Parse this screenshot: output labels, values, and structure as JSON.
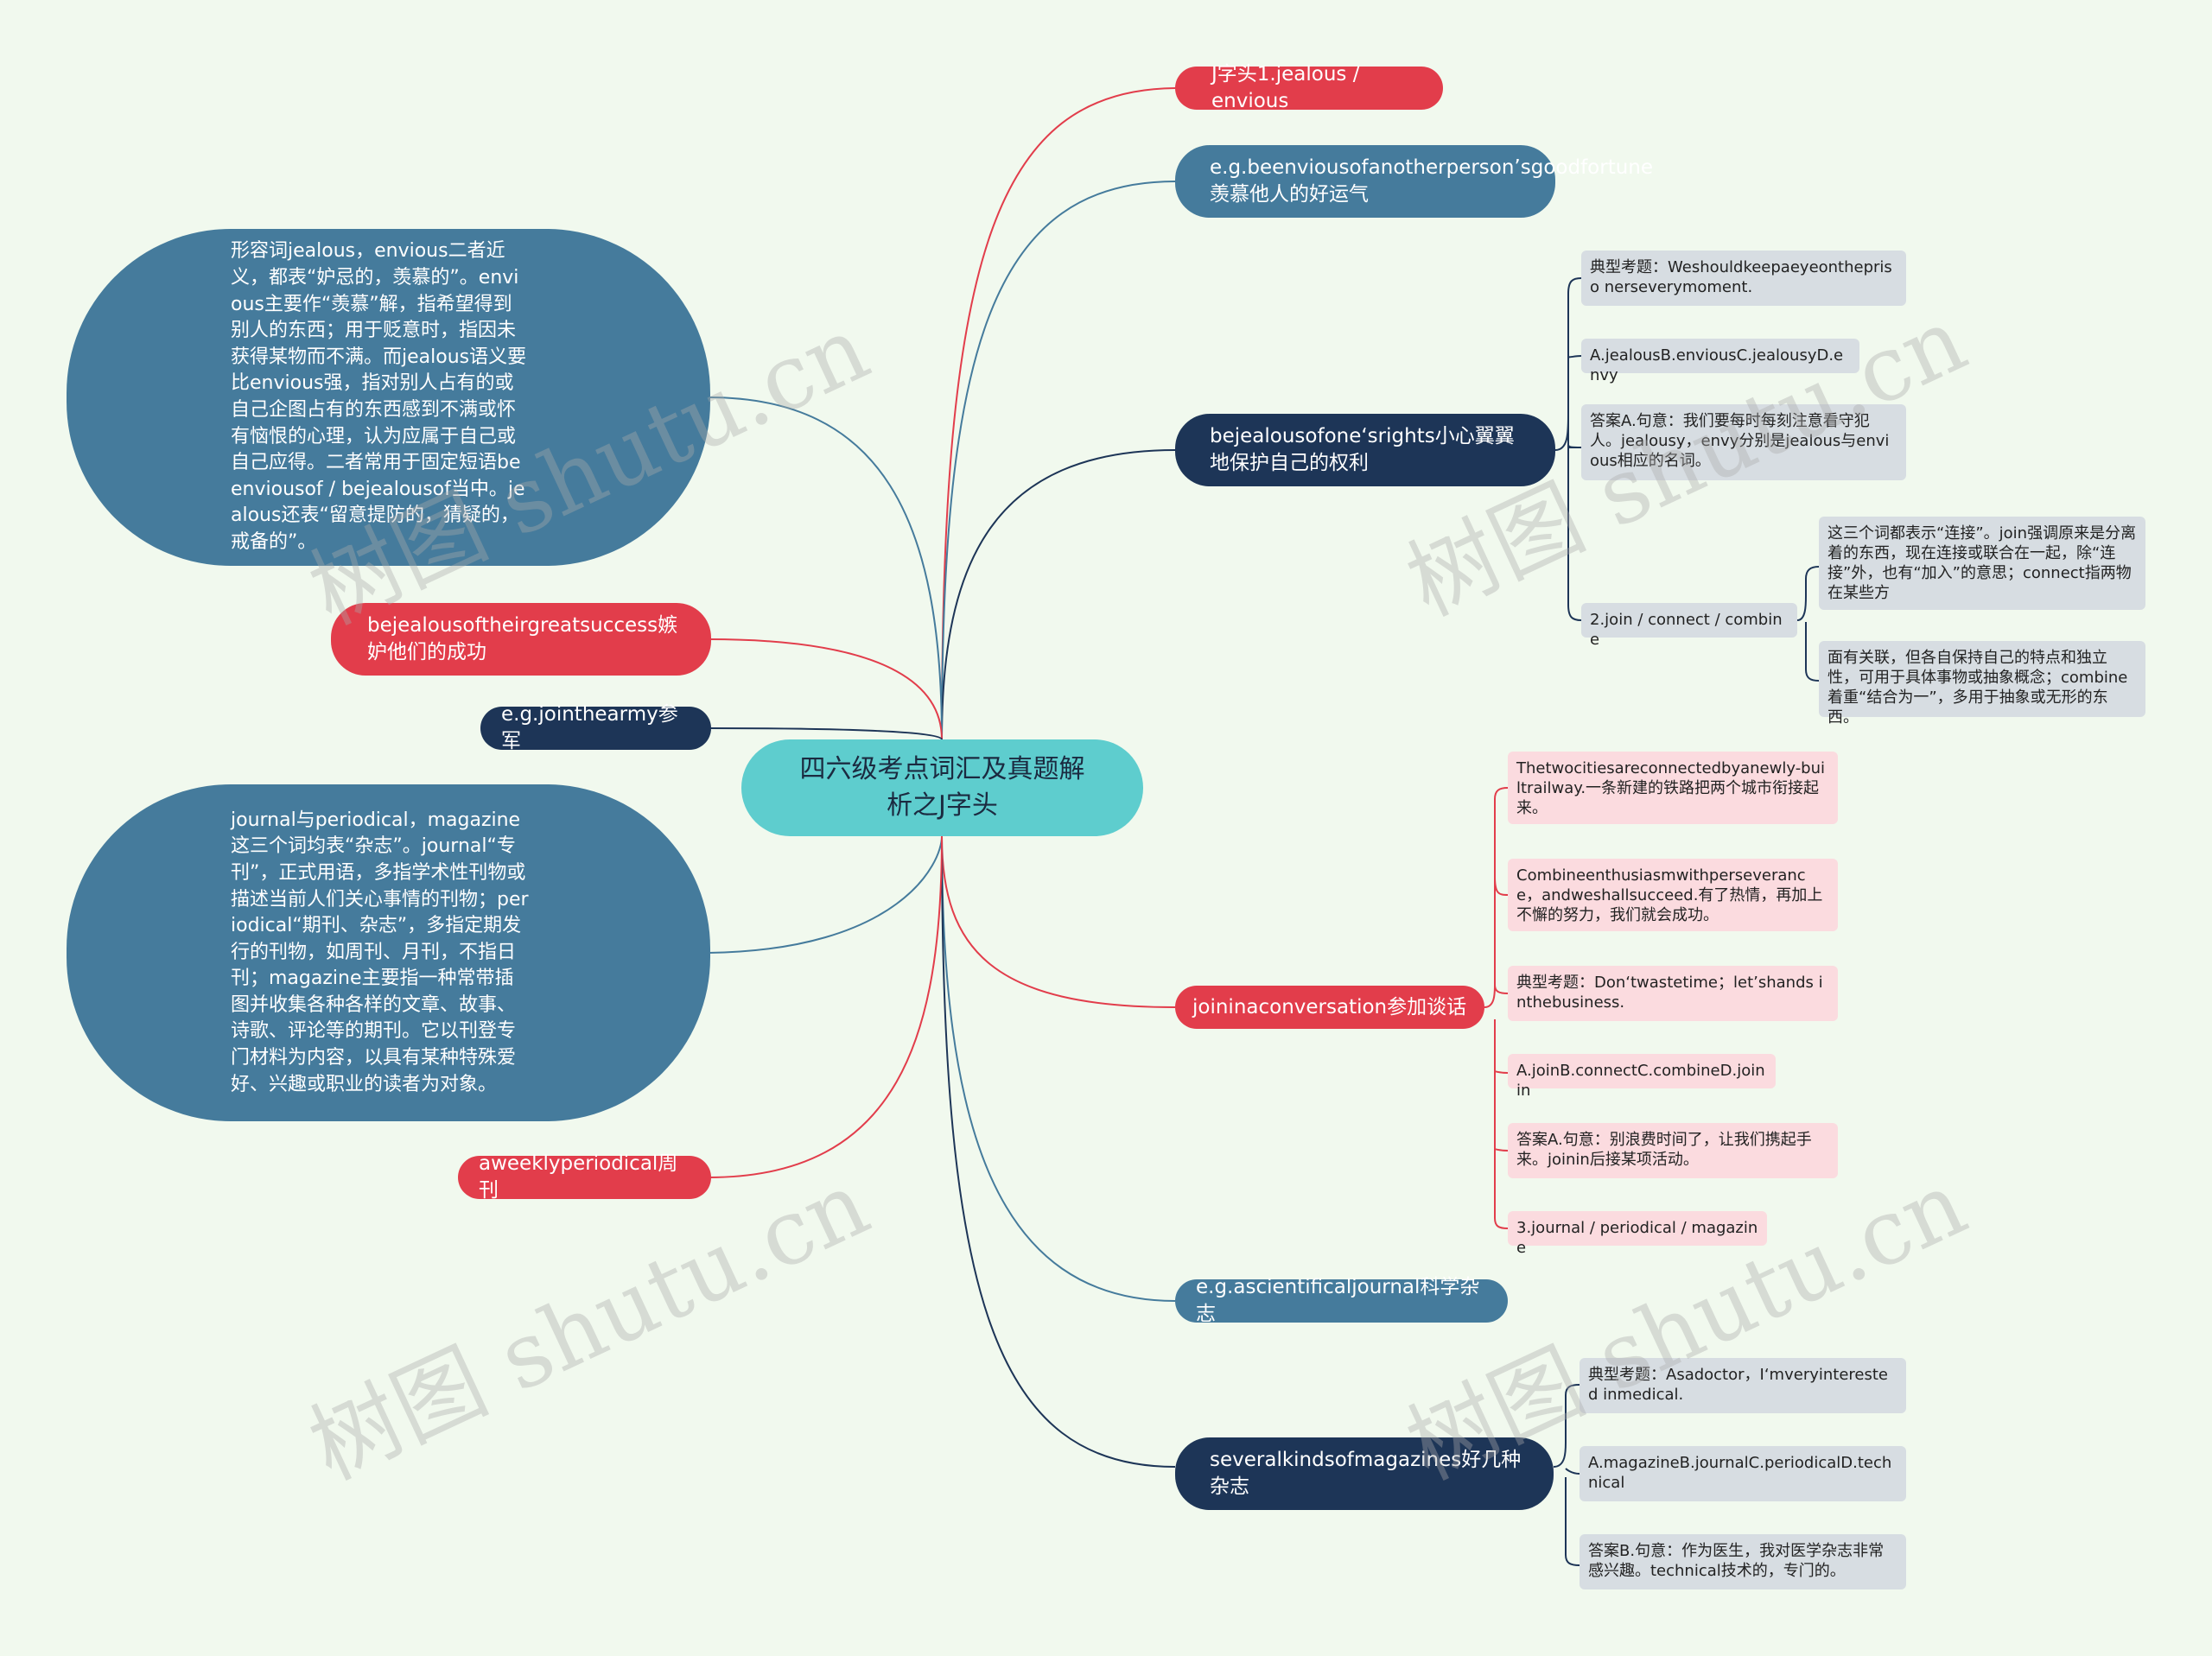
{
  "center": "四六级考点词汇及真题解析之J字头",
  "right": {
    "r1": "J字头1.jealous / envious",
    "r2": "e.g.beenviousofanotherperson’sgoodfortune羡慕他人的好运气",
    "r3": "bejealousofone‘srights小心翼翼地保护自己的权利",
    "r3_notes": [
      "典型考题：Weshouldkeepaeyeonthepriso nerseverymoment.",
      "A.jealousB.enviousC.jealousyD.envy",
      "答案A.句意：我们要每时每刻注意看守犯人。jealousy，envy分别是jealous与envious相应的名词。",
      "2.join / connect / combine"
    ],
    "join_notes": [
      "这三个词都表示“连接”。join强调原来是分离着的东西，现在连接或联合在一起，除“连接”外，也有“加入”的意思；connect指两物在某些方",
      "面有关联，但各自保持自己的特点和独立性，可用于具体事物或抽象概念；combine着重“结合为一”，多用于抽象或无形的东西。"
    ],
    "r4": "joininaconversation参加谈话",
    "r4_notes": [
      "Thetwocitiesareconnectedbyanewly-builtrailway.一条新建的铁路把两个城市衔接起来。",
      "Combineenthusiasmwithperseverance，andweshallsucceed.有了热情，再加上不懈的努力，我们就会成功。",
      "典型考题：Don‘twastetime；let’shands inthebusiness.",
      "A.joinB.connectC.combineD.joinin",
      "答案A.句意：别浪费时间了，让我们携起手来。joinin后接某项活动。",
      "3.journal / periodical / magazine"
    ],
    "r5": "e.g.ascientificaljournal科学杂志",
    "r6": "severalkindsofmagazines好几种杂志",
    "r6_notes": [
      "典型考题：Asadoctor，I‘mveryinterested inmedical.",
      "A.magazineB.journalC.periodicalD.technical",
      "答案B.句意：作为医生，我对医学杂志非常感兴趣。technical技术的，专门的。"
    ]
  },
  "left": {
    "l1": "形容词jealous，envious二者近义，都表“妒忌的，羡慕的”。envious主要作“羡慕”解，指希望得到别人的东西；用于贬意时，指因未获得某物而不满。而jealous语义要比envious强，指对别人占有的或自己企图占有的东西感到不满或怀有恼恨的心理，认为应属于自己或自己应得。二者常用于固定短语beenviousof / bejealousof当中。jealous还表“留意提防的，猜疑的，戒备的”。",
    "l2": "bejealousoftheirgreatsuccess嫉妒他们的成功",
    "l3": "e.g.jointhearmy参军",
    "l4": "journal与periodical，magazine这三个词均表“杂志”。journal“专刊”，正式用语，多指学术性刊物或描述当前人们关心事情的刊物；periodical“期刊、杂志”，多指定期发行的刊物，如周刊、月刊，不指日刊；magazine主要指一种常带插图并收集各种各样的文章、故事、诗歌、评论等的期刊。它以刊登专门材料为内容，以具有某种特殊爱好、兴趣或职业的读者为对象。",
    "l5": "aweeklyperiodical周刊"
  },
  "watermark": "树图 shutu.cn",
  "colors": {
    "red": "#e23d4b",
    "blue": "#457b9c",
    "navy": "#1d3557",
    "center": "#5ecdce",
    "bg": "#f1f9ee"
  }
}
